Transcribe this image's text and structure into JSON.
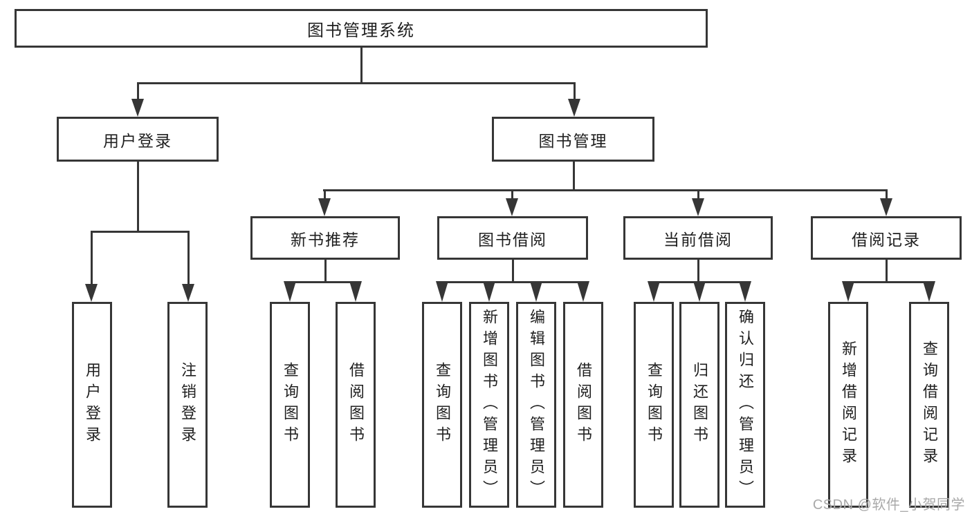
{
  "tree": {
    "label": "图书管理系统",
    "children": [
      {
        "label": "用户登录",
        "children": [
          {
            "label": "用户登录"
          },
          {
            "label": "注销登录"
          }
        ]
      },
      {
        "label": "图书管理",
        "children": [
          {
            "label": "新书推荐",
            "children": [
              {
                "label": "查询图书"
              },
              {
                "label": "借阅图书"
              }
            ]
          },
          {
            "label": "图书借阅",
            "children": [
              {
                "label": "查询图书"
              },
              {
                "label": "新增图书（管理员）"
              },
              {
                "label": "编辑图书（管理员）"
              },
              {
                "label": "借阅图书"
              }
            ]
          },
          {
            "label": "当前借阅",
            "children": [
              {
                "label": "查询图书"
              },
              {
                "label": "归还图书"
              },
              {
                "label": "确认归还（管理员）"
              }
            ]
          },
          {
            "label": "借阅记录",
            "children": [
              {
                "label": "新增借阅记录"
              },
              {
                "label": "查询借阅记录"
              }
            ]
          }
        ]
      }
    ]
  },
  "watermark": "CSDN @软件_小贺同学",
  "colors": {
    "line": "#363636",
    "text": "#1f1f1f",
    "background": "#ffffff",
    "watermark": "#a9a9a9"
  }
}
